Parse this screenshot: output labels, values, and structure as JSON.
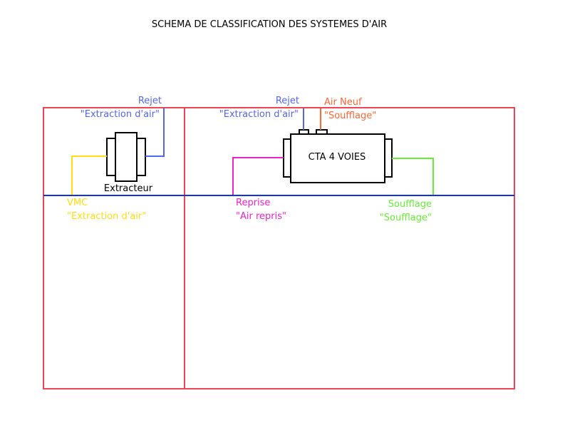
{
  "title": "SCHEMA DE CLASSIFICATION DES SYSTEMES D'AIR",
  "colors": {
    "frame": "#ee4455",
    "floor_line": "#1133dd",
    "rejet": "#5566ee",
    "air_neuf": "#ff6633",
    "vmc": "#ffdd11",
    "reprise": "#ee22cc",
    "soufflage": "#66ee33",
    "device": "#000000"
  },
  "zones": [
    {
      "name": "vmc-zone",
      "device": {
        "label": "Extracteur"
      },
      "labels": {
        "rejet_title": "Rejet",
        "rejet_sub": "\"Extraction d'air\"",
        "vmc_title": "VMC",
        "vmc_sub": "\"Extraction d'air\""
      }
    },
    {
      "name": "cta-zone",
      "device": {
        "label": "CTA 4 VOIES"
      },
      "labels": {
        "rejet_title": "Rejet",
        "rejet_sub": "\"Extraction d'air\"",
        "air_neuf_title": "Air Neuf",
        "air_neuf_sub": "\"Soufflage\"",
        "reprise_title": "Reprise",
        "reprise_sub": "\"Air repris\"",
        "soufflage_title": "Soufflage",
        "soufflage_sub": "\"Soufflage\""
      }
    }
  ]
}
